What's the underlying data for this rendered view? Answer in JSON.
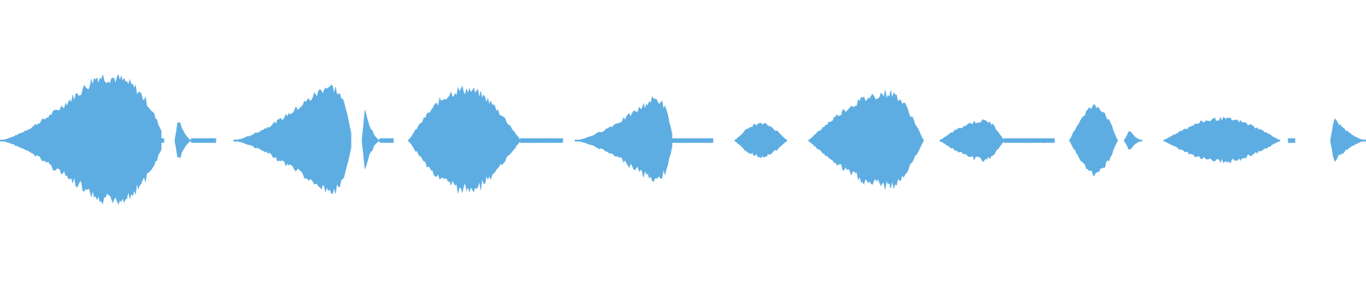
{
  "waveform": {
    "color": "#5dade2",
    "background": "#ffffff",
    "amplitude_range": [
      -1,
      1
    ],
    "duration_range": [
      0,
      1
    ],
    "segments": [
      {
        "start": 0.0,
        "end": 0.118,
        "peak": 0.65,
        "shape": "swell",
        "attack": 0.6
      },
      {
        "start": 0.118,
        "end": 0.12,
        "peak": 0.02,
        "shape": "tail",
        "attack": 0.0
      },
      {
        "start": 0.128,
        "end": 0.14,
        "peak": 0.23,
        "shape": "burst",
        "attack": 0.2
      },
      {
        "start": 0.14,
        "end": 0.158,
        "peak": 0.02,
        "shape": "tail",
        "attack": 0.0
      },
      {
        "start": 0.171,
        "end": 0.257,
        "peak": 0.55,
        "shape": "swell",
        "attack": 0.78
      },
      {
        "start": 0.265,
        "end": 0.278,
        "peak": 0.3,
        "shape": "burst",
        "attack": 0.15
      },
      {
        "start": 0.278,
        "end": 0.288,
        "peak": 0.02,
        "shape": "tail",
        "attack": 0.0
      },
      {
        "start": 0.299,
        "end": 0.381,
        "peak": 0.52,
        "shape": "dome",
        "attack": 0.5
      },
      {
        "start": 0.381,
        "end": 0.412,
        "peak": 0.02,
        "shape": "tail",
        "attack": 0.0
      },
      {
        "start": 0.421,
        "end": 0.492,
        "peak": 0.42,
        "shape": "swell",
        "attack": 0.8
      },
      {
        "start": 0.492,
        "end": 0.522,
        "peak": 0.02,
        "shape": "tail",
        "attack": 0.0
      },
      {
        "start": 0.538,
        "end": 0.576,
        "peak": 0.17,
        "shape": "dome",
        "attack": 0.5
      },
      {
        "start": 0.592,
        "end": 0.676,
        "peak": 0.48,
        "shape": "dome",
        "attack": 0.7
      },
      {
        "start": 0.688,
        "end": 0.735,
        "peak": 0.2,
        "shape": "dome",
        "attack": 0.7
      },
      {
        "start": 0.735,
        "end": 0.772,
        "peak": 0.02,
        "shape": "tail",
        "attack": 0.0
      },
      {
        "start": 0.783,
        "end": 0.818,
        "peak": 0.35,
        "shape": "dome",
        "attack": 0.55
      },
      {
        "start": 0.823,
        "end": 0.836,
        "peak": 0.1,
        "shape": "burst",
        "attack": 0.3
      },
      {
        "start": 0.852,
        "end": 0.937,
        "peak": 0.22,
        "shape": "dome",
        "attack": 0.5
      },
      {
        "start": 0.943,
        "end": 0.948,
        "peak": 0.02,
        "shape": "tail",
        "attack": 0.0
      },
      {
        "start": 0.974,
        "end": 1.0,
        "peak": 0.22,
        "shape": "burst",
        "attack": 0.1
      }
    ]
  }
}
